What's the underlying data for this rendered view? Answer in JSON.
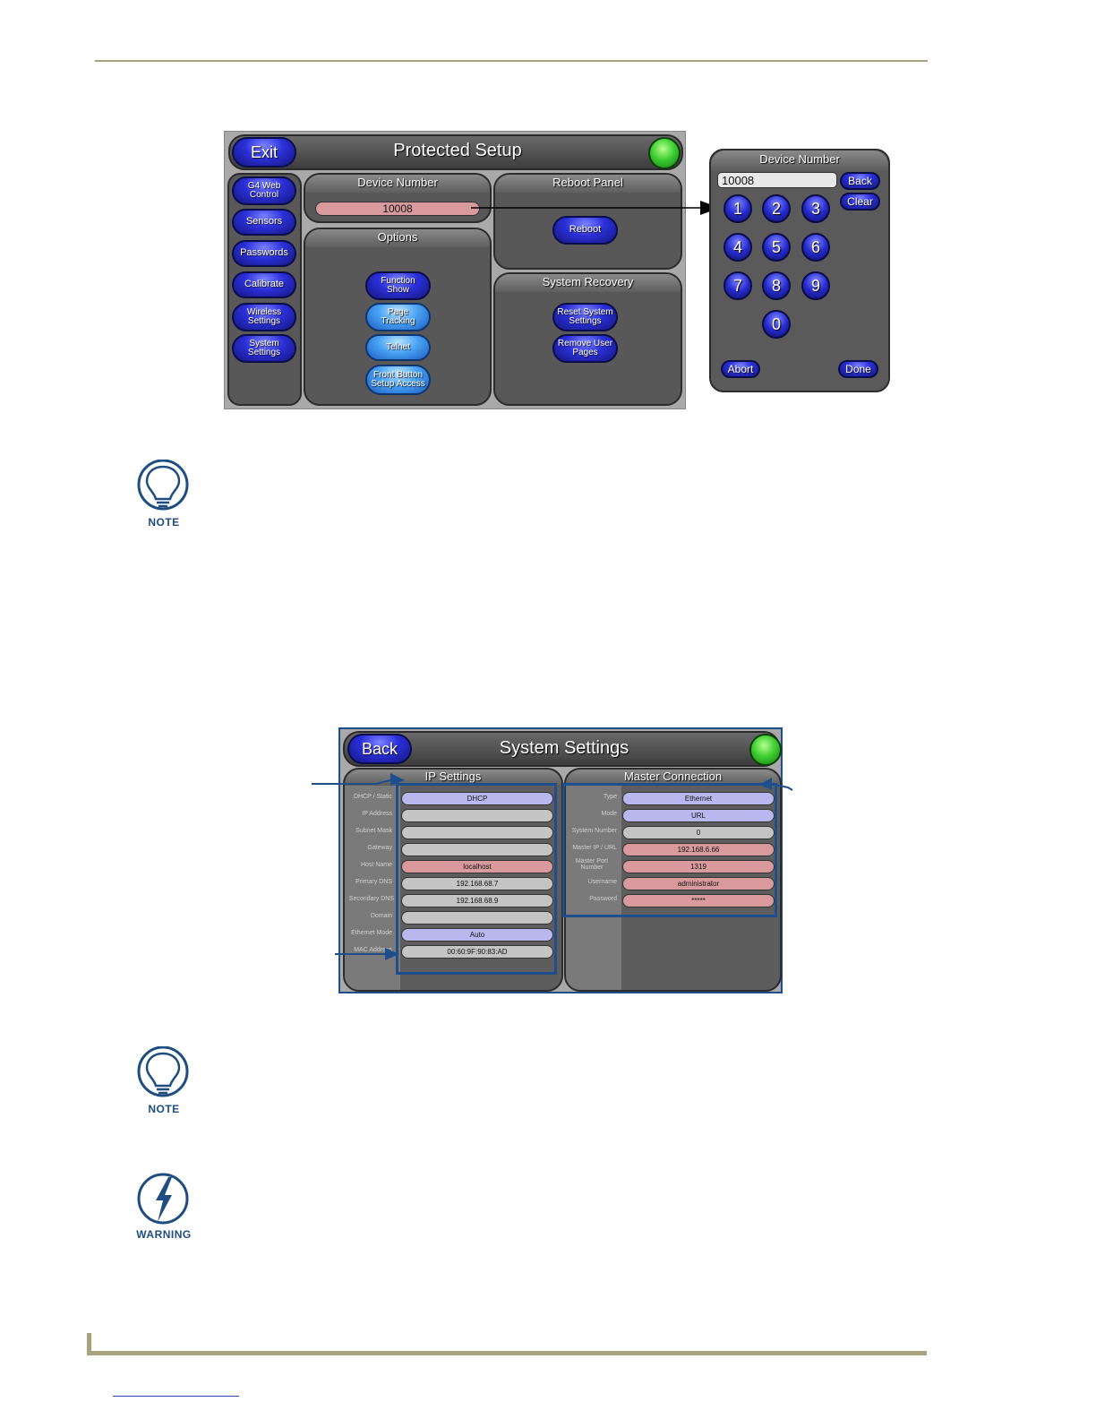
{
  "protected_setup": {
    "exit_label": "Exit",
    "title": "Protected Setup",
    "side_buttons": [
      "G4 Web Control",
      "Sensors",
      "Passwords",
      "Calibrate",
      "Wireless Settings",
      "System Settings"
    ],
    "device_number": {
      "title": "Device Number",
      "value": "10008"
    },
    "reboot_panel": {
      "title": "Reboot Panel",
      "button": "Reboot"
    },
    "options": {
      "title": "Options",
      "buttons": [
        "Function Show",
        "Page Tracking",
        "Telnet",
        "Front Button Setup Access"
      ]
    },
    "system_recovery": {
      "title": "System Recovery",
      "buttons": [
        "Reset System Settings",
        "Remove User Pages"
      ]
    }
  },
  "keypad": {
    "title": "Device Number",
    "value": "10008",
    "back_label": "Back",
    "clear_label": "Clear",
    "keys": [
      "1",
      "2",
      "3",
      "4",
      "5",
      "6",
      "7",
      "8",
      "9",
      "0"
    ],
    "abort_label": "Abort",
    "done_label": "Done"
  },
  "system_settings": {
    "back_label": "Back",
    "title": "System Settings",
    "ip_settings": {
      "title": "IP Settings",
      "rows": [
        {
          "label": "DHCP / Static",
          "value": "DHCP",
          "color": "purple"
        },
        {
          "label": "IP Address",
          "value": "",
          "color": "gray"
        },
        {
          "label": "Subnet Mask",
          "value": "",
          "color": "gray"
        },
        {
          "label": "Gateway",
          "value": "",
          "color": "gray"
        },
        {
          "label": "Host Name",
          "value": "localhost",
          "color": "pink"
        },
        {
          "label": "Primary DNS",
          "value": "192.168.68.7",
          "color": "gray"
        },
        {
          "label": "Secondary DNS",
          "value": "192.168.68.9",
          "color": "gray"
        },
        {
          "label": "Domain",
          "value": "",
          "color": "gray"
        },
        {
          "label": "Ethernet Mode",
          "value": "Auto",
          "color": "purple"
        },
        {
          "label": "MAC Address",
          "value": "00:60:9F:90:83:AD",
          "color": "gray"
        }
      ]
    },
    "master_connection": {
      "title": "Master Connection",
      "rows": [
        {
          "label": "Type",
          "value": "Ethernet",
          "color": "purple"
        },
        {
          "label": "Mode",
          "value": "URL",
          "color": "purple"
        },
        {
          "label": "System Number",
          "value": "0",
          "color": "gray"
        },
        {
          "label": "Master IP / URL",
          "value": "192.168.6.66",
          "color": "pink"
        },
        {
          "label": "Master Port Number",
          "value": "1319",
          "color": "pink"
        },
        {
          "label": "Username",
          "value": "administrator",
          "color": "pink"
        },
        {
          "label": "Password",
          "value": "*****",
          "color": "pink"
        }
      ]
    }
  },
  "icons": {
    "note1": "NOTE",
    "note2": "NOTE",
    "warning": "WARNING"
  },
  "colors": {
    "rule": "#a8a27e",
    "callout": "#1f4e8c",
    "icon": "#1f4d80"
  }
}
